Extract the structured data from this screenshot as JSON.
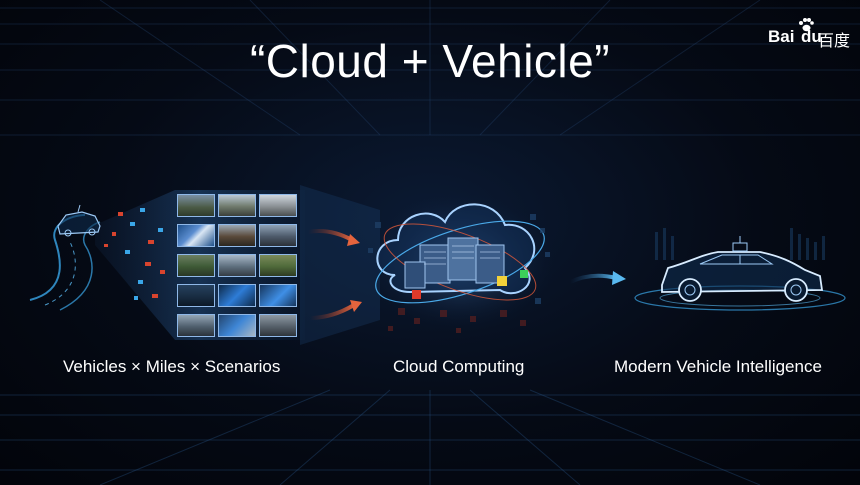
{
  "slide": {
    "title": "“Cloud + Vehicle”",
    "logo": {
      "text_latin_1": "Bai",
      "text_latin_2": "du",
      "text_chinese": "百度",
      "icon": "baidu-paw-icon"
    },
    "stages": [
      {
        "label": "Vehicles × Miles × Scenarios",
        "icon": "car-road-icon"
      },
      {
        "label": "Cloud Computing",
        "icon": "cloud-server-icon"
      },
      {
        "label": "Modern Vehicle Intelligence",
        "icon": "intelligent-car-icon"
      }
    ],
    "colors": {
      "background": "#03060d",
      "accent_blue": "#3aa6e8",
      "accent_red": "#d8442e",
      "text": "#ffffff"
    }
  }
}
